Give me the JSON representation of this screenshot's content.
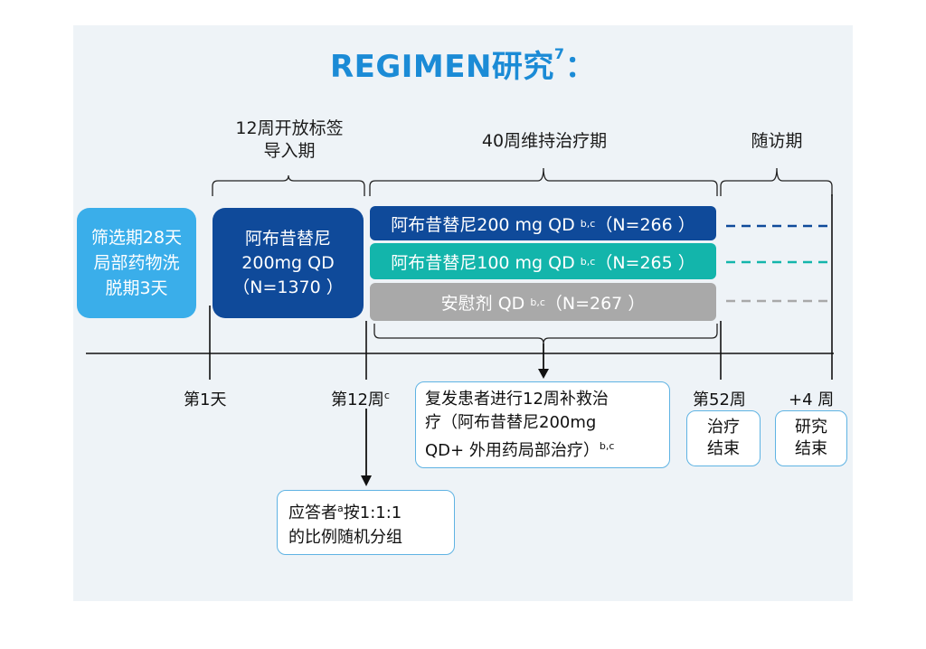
{
  "title": {
    "main": "REGIMEN研究",
    "sup": "7",
    "colon": "："
  },
  "phases": {
    "leadin_line1": "12周开放标签",
    "leadin_line2": "导入期",
    "maintenance": "40周维持治疗期",
    "followup": "随访期"
  },
  "boxes": {
    "screening": [
      "筛选期28天",
      "局部药物洗",
      "脱期3天"
    ],
    "leadin": [
      "阿布昔替尼",
      "200mg QD",
      "（N=1370 ）"
    ],
    "arm200": {
      "text": "阿布昔替尼200 mg QD",
      "sup": "b,c",
      "n": "（N=266 ）"
    },
    "arm100": {
      "text": "阿布昔替尼100 mg QD",
      "sup": "b,c",
      "n": "（N=265 ）"
    },
    "placebo": {
      "text": "安慰剂 QD",
      "sup": "b,c",
      "n": "（N=267 ）"
    }
  },
  "timeline": {
    "day1": "第1天",
    "week12": "第12周",
    "week12_sup": "c",
    "week52": "第52周",
    "plus4": "+4 周"
  },
  "notes": {
    "rescue_line1": "复发患者进行12周补救治",
    "rescue_line2": "疗（阿布昔替尼200mg",
    "rescue_line3": "QD+ 外用药局部治疗）",
    "rescue_sup": "b,c",
    "random_line1a": "应答者",
    "random_sup": "a",
    "random_line1b": "按1:1:1",
    "random_line2": "的比例随机分组",
    "end_treatment": [
      "治疗",
      "结束"
    ],
    "end_study": [
      "研究",
      "结束"
    ]
  },
  "colors": {
    "arm200": "#0f4a9a",
    "arm100": "#13b5ab",
    "placebo": "#a9a9a9",
    "screening": "#3aaeea",
    "leadin": "#0f4a9a",
    "title": "#1b8bd6",
    "note_border": "#5fb3e3"
  }
}
